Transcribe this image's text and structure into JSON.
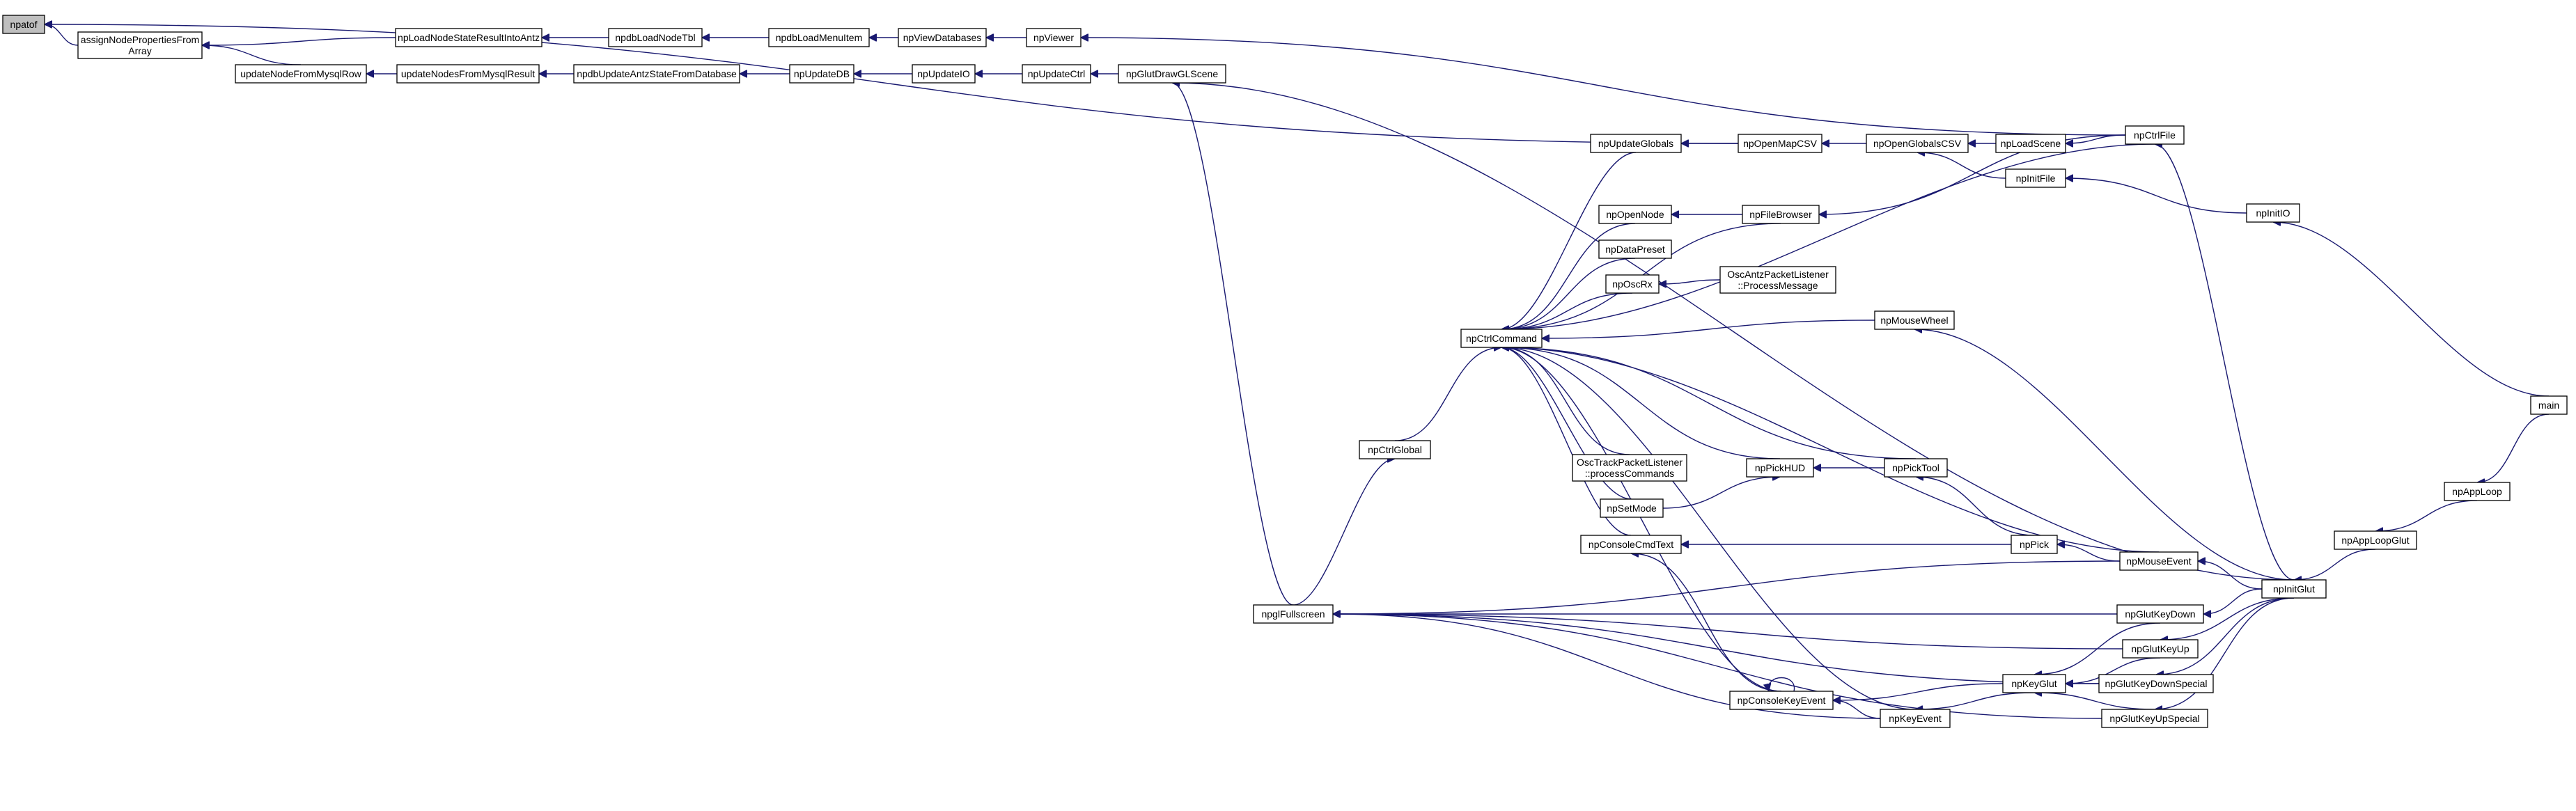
{
  "graph": {
    "root": "npatof",
    "nodes": [
      {
        "id": "npatof",
        "lines": [
          "npatof"
        ],
        "root": true
      },
      {
        "id": "assignNodePropertiesFromArray",
        "lines": [
          "assignNodePropertiesFrom",
          "Array"
        ]
      },
      {
        "id": "npLoadNodeStateResultIntoAntz",
        "lines": [
          "npLoadNodeStateResultIntoAntz"
        ]
      },
      {
        "id": "npdbLoadNodeTbl",
        "lines": [
          "npdbLoadNodeTbl"
        ]
      },
      {
        "id": "npdbLoadMenuItem",
        "lines": [
          "npdbLoadMenuItem"
        ]
      },
      {
        "id": "npViewDatabases",
        "lines": [
          "npViewDatabases"
        ]
      },
      {
        "id": "npViewer",
        "lines": [
          "npViewer"
        ]
      },
      {
        "id": "updateNodeFromMysqlRow",
        "lines": [
          "updateNodeFromMysqlRow"
        ]
      },
      {
        "id": "updateNodesFromMysqlResult",
        "lines": [
          "updateNodesFromMysqlResult"
        ]
      },
      {
        "id": "npdbUpdateAntzStateFromDatabase",
        "lines": [
          "npdbUpdateAntzStateFromDatabase"
        ]
      },
      {
        "id": "npUpdateDB",
        "lines": [
          "npUpdateDB"
        ]
      },
      {
        "id": "npUpdateIO",
        "lines": [
          "npUpdateIO"
        ]
      },
      {
        "id": "npUpdateCtrl",
        "lines": [
          "npUpdateCtrl"
        ]
      },
      {
        "id": "npGlutDrawGLScene",
        "lines": [
          "npGlutDrawGLScene"
        ]
      },
      {
        "id": "npUpdateGlobals",
        "lines": [
          "npUpdateGlobals"
        ]
      },
      {
        "id": "npOpenMapCSV",
        "lines": [
          "npOpenMapCSV"
        ]
      },
      {
        "id": "npOpenGlobalsCSV",
        "lines": [
          "npOpenGlobalsCSV"
        ]
      },
      {
        "id": "npLoadScene",
        "lines": [
          "npLoadScene"
        ]
      },
      {
        "id": "npCtrlFile",
        "lines": [
          "npCtrlFile"
        ]
      },
      {
        "id": "npInitFile",
        "lines": [
          "npInitFile"
        ]
      },
      {
        "id": "npInitIO",
        "lines": [
          "npInitIO"
        ]
      },
      {
        "id": "npOpenNode",
        "lines": [
          "npOpenNode"
        ]
      },
      {
        "id": "npFileBrowser",
        "lines": [
          "npFileBrowser"
        ]
      },
      {
        "id": "npDataPreset",
        "lines": [
          "npDataPreset"
        ]
      },
      {
        "id": "npOscRx",
        "lines": [
          "npOscRx"
        ]
      },
      {
        "id": "OscAntzPacketListenerProcessMessage",
        "lines": [
          "OscAntzPacketListener",
          "::ProcessMessage"
        ]
      },
      {
        "id": "npCtrlCommand",
        "lines": [
          "npCtrlCommand"
        ]
      },
      {
        "id": "npMouseWheel",
        "lines": [
          "npMouseWheel"
        ]
      },
      {
        "id": "npCtrlGlobal",
        "lines": [
          "npCtrlGlobal"
        ]
      },
      {
        "id": "OscTrackPacketListenerProcessCommands",
        "lines": [
          "OscTrackPacketListener",
          "::processCommands"
        ]
      },
      {
        "id": "npPickHUD",
        "lines": [
          "npPickHUD"
        ]
      },
      {
        "id": "npPickTool",
        "lines": [
          "npPickTool"
        ]
      },
      {
        "id": "npSetMode",
        "lines": [
          "npSetMode"
        ]
      },
      {
        "id": "npConsoleCmdText",
        "lines": [
          "npConsoleCmdText"
        ]
      },
      {
        "id": "npPick",
        "lines": [
          "npPick"
        ]
      },
      {
        "id": "npMouseEvent",
        "lines": [
          "npMouseEvent"
        ]
      },
      {
        "id": "npglFullscreen",
        "lines": [
          "npglFullscreen"
        ]
      },
      {
        "id": "npGlutKeyDown",
        "lines": [
          "npGlutKeyDown"
        ]
      },
      {
        "id": "npInitGlut",
        "lines": [
          "npInitGlut"
        ]
      },
      {
        "id": "npGlutKeyUp",
        "lines": [
          "npGlutKeyUp"
        ]
      },
      {
        "id": "npKeyGlut",
        "lines": [
          "npKeyGlut"
        ]
      },
      {
        "id": "npGlutKeyDownSpecial",
        "lines": [
          "npGlutKeyDownSpecial"
        ]
      },
      {
        "id": "npConsoleKeyEvent",
        "lines": [
          "npConsoleKeyEvent"
        ]
      },
      {
        "id": "npKeyEvent",
        "lines": [
          "npKeyEvent"
        ]
      },
      {
        "id": "npGlutKeyUpSpecial",
        "lines": [
          "npGlutKeyUpSpecial"
        ]
      },
      {
        "id": "npAppLoopGlut",
        "lines": [
          "npAppLoopGlut"
        ]
      },
      {
        "id": "npAppLoop",
        "lines": [
          "npAppLoop"
        ]
      },
      {
        "id": "main",
        "lines": [
          "main"
        ]
      }
    ],
    "edges": [
      {
        "from": "assignNodePropertiesFromArray",
        "to": "npatof"
      },
      {
        "from": "npOpenMapCSV",
        "to": "npatof"
      },
      {
        "from": "npLoadNodeStateResultIntoAntz",
        "to": "assignNodePropertiesFromArray"
      },
      {
        "from": "updateNodeFromMysqlRow",
        "to": "assignNodePropertiesFromArray"
      },
      {
        "from": "npdbLoadNodeTbl",
        "to": "npLoadNodeStateResultIntoAntz"
      },
      {
        "from": "npdbLoadMenuItem",
        "to": "npdbLoadNodeTbl"
      },
      {
        "from": "npViewDatabases",
        "to": "npdbLoadMenuItem"
      },
      {
        "from": "npViewer",
        "to": "npViewDatabases"
      },
      {
        "from": "npCtrlFile",
        "to": "npViewer"
      },
      {
        "from": "updateNodesFromMysqlResult",
        "to": "updateNodeFromMysqlRow"
      },
      {
        "from": "npdbUpdateAntzStateFromDatabase",
        "to": "updateNodesFromMysqlResult"
      },
      {
        "from": "npUpdateDB",
        "to": "npdbUpdateAntzStateFromDatabase"
      },
      {
        "from": "npUpdateIO",
        "to": "npUpdateDB"
      },
      {
        "from": "npUpdateCtrl",
        "to": "npUpdateIO"
      },
      {
        "from": "npGlutDrawGLScene",
        "to": "npUpdateCtrl"
      },
      {
        "from": "npglFullscreen",
        "to": "npGlutDrawGLScene"
      },
      {
        "from": "npInitGlut",
        "to": "npGlutDrawGLScene"
      },
      {
        "from": "npOpenMapCSV",
        "to": "npUpdateGlobals"
      },
      {
        "from": "npOpenGlobalsCSV",
        "to": "npOpenMapCSV"
      },
      {
        "from": "npLoadScene",
        "to": "npOpenGlobalsCSV"
      },
      {
        "from": "npInitFile",
        "to": "npOpenGlobalsCSV"
      },
      {
        "from": "npCtrlFile",
        "to": "npLoadScene"
      },
      {
        "from": "npInitIO",
        "to": "npInitFile"
      },
      {
        "from": "main",
        "to": "npInitIO"
      },
      {
        "from": "npFileBrowser",
        "to": "npOpenNode"
      },
      {
        "from": "npCtrlFile",
        "to": "npFileBrowser"
      },
      {
        "from": "OscAntzPacketListenerProcessMessage",
        "to": "npOscRx"
      },
      {
        "from": "npUpdateGlobals",
        "to": "npCtrlCommand"
      },
      {
        "from": "npCtrlFile",
        "to": "npCtrlCommand"
      },
      {
        "from": "npOpenNode",
        "to": "npCtrlCommand"
      },
      {
        "from": "npFileBrowser",
        "to": "npCtrlCommand"
      },
      {
        "from": "npDataPreset",
        "to": "npCtrlCommand"
      },
      {
        "from": "npOscRx",
        "to": "npCtrlCommand"
      },
      {
        "from": "npMouseWheel",
        "to": "npCtrlCommand"
      },
      {
        "from": "npMouseEvent",
        "to": "npCtrlCommand"
      },
      {
        "from": "npCtrlGlobal",
        "to": "npCtrlCommand"
      },
      {
        "from": "OscTrackPacketListenerProcessCommands",
        "to": "npCtrlCommand"
      },
      {
        "from": "npPickHUD",
        "to": "npCtrlCommand"
      },
      {
        "from": "npPickTool",
        "to": "npCtrlCommand"
      },
      {
        "from": "npSetMode",
        "to": "npCtrlCommand"
      },
      {
        "from": "npConsoleCmdText",
        "to": "npCtrlCommand"
      },
      {
        "from": "npConsoleKeyEvent",
        "to": "npCtrlCommand"
      },
      {
        "from": "npKeyEvent",
        "to": "npCtrlCommand"
      },
      {
        "from": "npglFullscreen",
        "to": "npCtrlGlobal"
      },
      {
        "from": "npInitGlut",
        "to": "npMouseWheel"
      },
      {
        "from": "npInitGlut",
        "to": "npCtrlFile"
      },
      {
        "from": "npPickTool",
        "to": "npPickHUD"
      },
      {
        "from": "npSetMode",
        "to": "npPickHUD"
      },
      {
        "from": "npPick",
        "to": "npPickTool"
      },
      {
        "from": "npPick",
        "to": "npConsoleCmdText"
      },
      {
        "from": "npMouseEvent",
        "to": "npPick"
      },
      {
        "from": "npInitGlut",
        "to": "npMouseEvent"
      },
      {
        "from": "npMouseEvent",
        "to": "npglFullscreen"
      },
      {
        "from": "npGlutKeyDown",
        "to": "npglFullscreen"
      },
      {
        "from": "npGlutKeyUp",
        "to": "npglFullscreen"
      },
      {
        "from": "npKeyEvent",
        "to": "npglFullscreen"
      },
      {
        "from": "npGlutKeyDownSpecial",
        "to": "npglFullscreen"
      },
      {
        "from": "npGlutKeyUpSpecial",
        "to": "npglFullscreen"
      },
      {
        "from": "npInitGlut",
        "to": "npGlutKeyDown"
      },
      {
        "from": "npInitGlut",
        "to": "npGlutKeyUp"
      },
      {
        "from": "npInitGlut",
        "to": "npGlutKeyDownSpecial"
      },
      {
        "from": "npInitGlut",
        "to": "npGlutKeyUpSpecial"
      },
      {
        "from": "npGlutKeyDown",
        "to": "npKeyGlut"
      },
      {
        "from": "npGlutKeyUp",
        "to": "npKeyGlut"
      },
      {
        "from": "npGlutKeyDownSpecial",
        "to": "npKeyGlut"
      },
      {
        "from": "npGlutKeyUpSpecial",
        "to": "npKeyGlut"
      },
      {
        "from": "npKeyGlut",
        "to": "npConsoleKeyEvent"
      },
      {
        "from": "npKeyEvent",
        "to": "npConsoleKeyEvent"
      },
      {
        "from": "npConsoleKeyEvent",
        "to": "npConsoleKeyEvent"
      },
      {
        "from": "npKeyGlut",
        "to": "npKeyEvent"
      },
      {
        "from": "npConsoleKeyEvent",
        "to": "npConsoleCmdText"
      },
      {
        "from": "npAppLoopGlut",
        "to": "npInitGlut"
      },
      {
        "from": "npAppLoop",
        "to": "npAppLoopGlut"
      },
      {
        "from": "main",
        "to": "npAppLoop"
      }
    ]
  }
}
